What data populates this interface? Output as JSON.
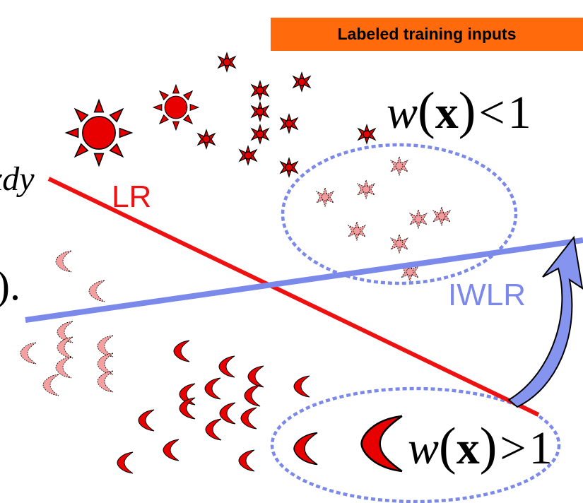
{
  "box_label": "Labeled training inputs",
  "line_labels": {
    "lr": "LR",
    "iwlr": "IWLR"
  },
  "equations": {
    "top": {
      "w": "w",
      "x": "x",
      "op": "<",
      "one": "1"
    },
    "bottom": {
      "w": "w",
      "x": "x",
      "op": ">",
      "one": "1"
    }
  },
  "left_fragments": {
    "xdy": "xdy",
    "paren": ")."
  },
  "colors": {
    "accent_box": "#FF6A0D",
    "lr_line": "#EE1111",
    "iwlr_line": "#7B89EA",
    "ellipse": "#7B89EA",
    "arrow_fill": "#8594EE",
    "star_solid": "#E80000",
    "star_faint": "#F49A9A",
    "moon_solid": "#E80000",
    "moon_faint": "#F4A0A0"
  },
  "icons": [
    "sun-icon",
    "star-icon",
    "crescent-moon-icon",
    "curved-arrow-icon"
  ]
}
